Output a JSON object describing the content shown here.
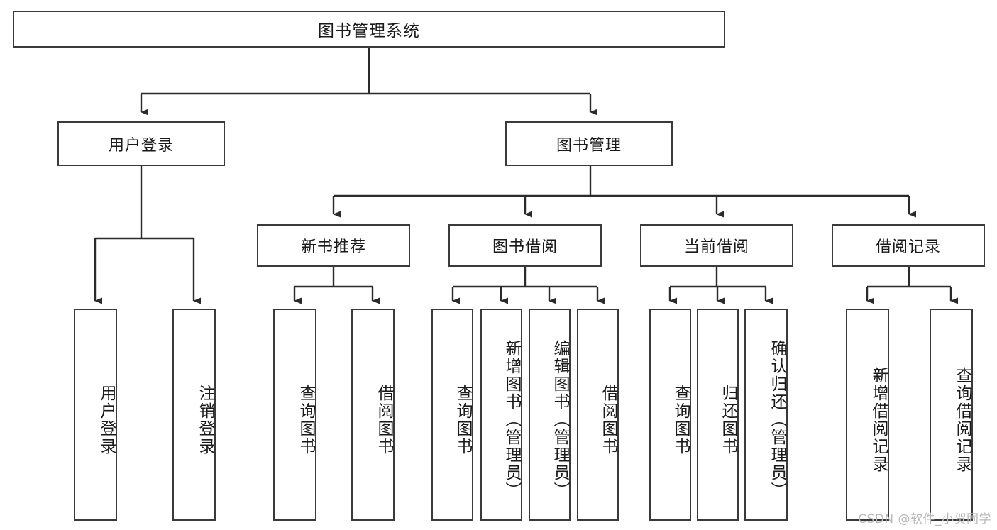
{
  "diagram": {
    "title": "图书管理系统",
    "type": "tree-hierarchy",
    "root": {
      "label": "图书管理系统"
    },
    "level2": [
      {
        "label": "用户登录"
      },
      {
        "label": "图书管理"
      }
    ],
    "level3": [
      {
        "label": "新书推荐"
      },
      {
        "label": "图书借阅"
      },
      {
        "label": "当前借阅"
      },
      {
        "label": "借阅记录"
      }
    ],
    "leaves": {
      "user_login": [
        {
          "label": "用户登录"
        },
        {
          "label": "注销登录"
        }
      ],
      "new_book_recommend": [
        {
          "label": "查询图书"
        },
        {
          "label": "借阅图书"
        }
      ],
      "book_borrow": [
        {
          "label": "查询图书"
        },
        {
          "label": "新增图书（管理员）"
        },
        {
          "label": "编辑图书（管理员）"
        },
        {
          "label": "借阅图书"
        }
      ],
      "current_borrow": [
        {
          "label": "查询图书"
        },
        {
          "label": "归还图书"
        },
        {
          "label": "确认归还（管理员）"
        }
      ],
      "borrow_record": [
        {
          "label": "新增借阅记录"
        },
        {
          "label": "查询借阅记录"
        }
      ]
    }
  },
  "watermark": {
    "text": "CSDN @软件_小贺同学"
  },
  "colors": {
    "box_border": "#3a3a3a",
    "line": "#2b2b2b",
    "text": "#1a1a1a",
    "background": "#ffffff",
    "watermark": "#b8b8b8"
  }
}
